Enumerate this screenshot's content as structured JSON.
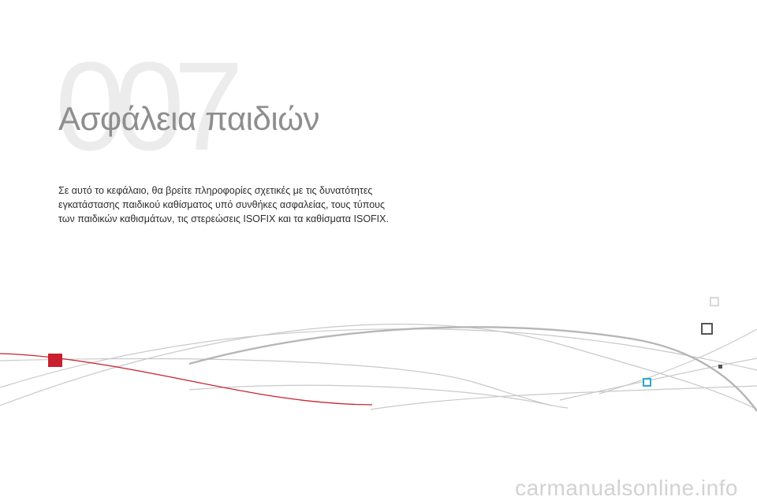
{
  "chapter": {
    "number": "007",
    "title": "Ασφάλεια παιδιών",
    "intro": "Σε αυτό το κεφάλαιο, θα βρείτε πληροφορίες σχετικές με τις δυνατότητες εγκατάστασης παιδικού καθίσματος υπό συνθήκες ασφαλείας, τους τύπους των παιδικών καθισμάτων, τις στερεώσεις ISOFIX και τα καθίσματα ISOFIX."
  },
  "watermark": "carmanualsonline.info",
  "colors": {
    "accent_red": "#c8202e",
    "curve_gray": "#c9c9c9",
    "marker_blue": "#2aa7d3",
    "marker_dark": "#555555",
    "marker_light": "#cccccc"
  }
}
